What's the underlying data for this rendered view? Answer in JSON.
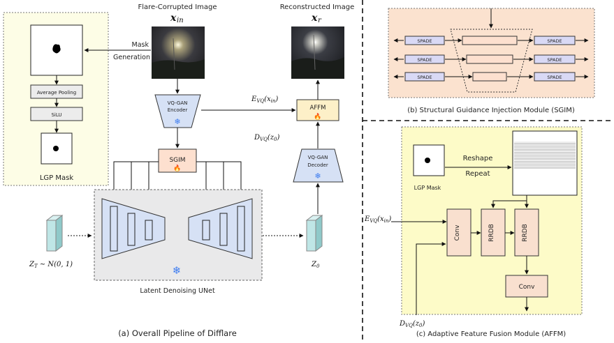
{
  "colors": {
    "lgp_panel": "#fdfde6",
    "sgim_panel": "#fbe2cf",
    "afm_panel": "#fdfbc8",
    "unet_panel": "#e9e9ea",
    "vq_blue": "#d6e1f5",
    "sgim_box": "#fde0cf",
    "spade_box": "#d9d9f5",
    "conv_box": "#f9e0cf",
    "latent_cyan": "#bfe6e6",
    "snow": "#3d7cf0",
    "flame": "#f36b1c"
  },
  "panel_a": {
    "input_title": "Flare-Corrupted Image",
    "input_symbol": "x",
    "input_sub": "in",
    "output_title": "Reconstructed Image",
    "output_symbol": "x",
    "output_sub": "r",
    "mask_gen_line1": "Mask",
    "mask_gen_line2": "Generation",
    "avg_pool": "Average Pooling",
    "silu": "SiLU",
    "lgp_mask": "LGP Mask",
    "encoder_l1": "VQ-GAN",
    "encoder_l2": "Encoder",
    "decoder_l1": "VQ-GAN",
    "decoder_l2": "Decoder",
    "sgim": "SGIM",
    "affm": "AFFM",
    "e_vq_label": "E_VQ(x_in)",
    "d_vq_label": "D_VQ(z_0)",
    "unet_label": "Latent Denoising UNet",
    "zt_label": "Z_T ~ N(0, 1)",
    "z0_label": "Z_0",
    "caption": "(a) Overall Pipeline of Difflare"
  },
  "panel_b": {
    "spade": "SPADE",
    "caption": "(b) Structural Guidance Injection Module (SGIM)"
  },
  "panel_c": {
    "lgp_mask": "LGP Mask",
    "reshape": "Reshape",
    "repeat": "Repeat",
    "conv": "Conv",
    "rrdb": "RRDB",
    "e_vq_label": "E_VQ(x_in)",
    "d_vq_label": "D_VQ(z_0)",
    "caption": "(c) Adaptive Feature Fusion Module (AFFM)"
  }
}
